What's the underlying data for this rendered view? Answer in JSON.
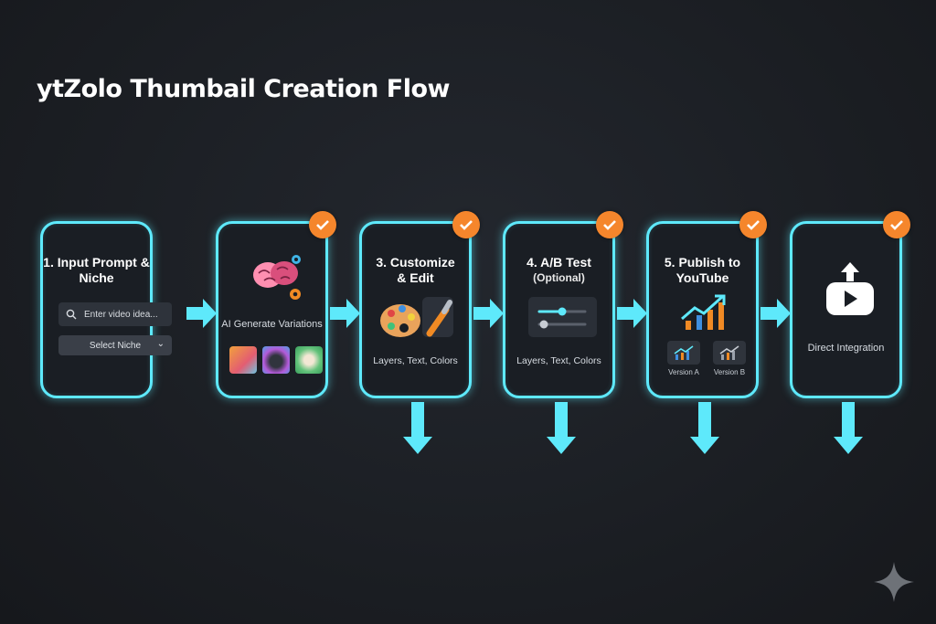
{
  "title": "ytZolo Thumbail Creation Flow",
  "colors": {
    "accent": "#5ee9fb",
    "check": "#f5862c",
    "background": "#1b1e23"
  },
  "steps": [
    {
      "title": "1. Input Prompt &\nNiche",
      "search_placeholder": "Enter video idea...",
      "niche_select": "Select Niche",
      "icon": "search-icon"
    },
    {
      "caption": "AI Generate Variations",
      "icon": "brain-gears-icon"
    },
    {
      "title": "3. Customize\n& Edit",
      "caption": "Layers, Text, Colors",
      "icon": "palette-brush-icon"
    },
    {
      "title": "4. A/B Test",
      "subtitle": "(Optional)",
      "caption": "Layers, Text, Colors",
      "icon": "sliders-icon"
    },
    {
      "title": "5. Publish to\nYouTube",
      "versions": [
        "Version A",
        "Version B"
      ],
      "icon": "growth-chart-icon"
    },
    {
      "caption": "Direct Integration",
      "icon": "youtube-upload-icon"
    }
  ]
}
